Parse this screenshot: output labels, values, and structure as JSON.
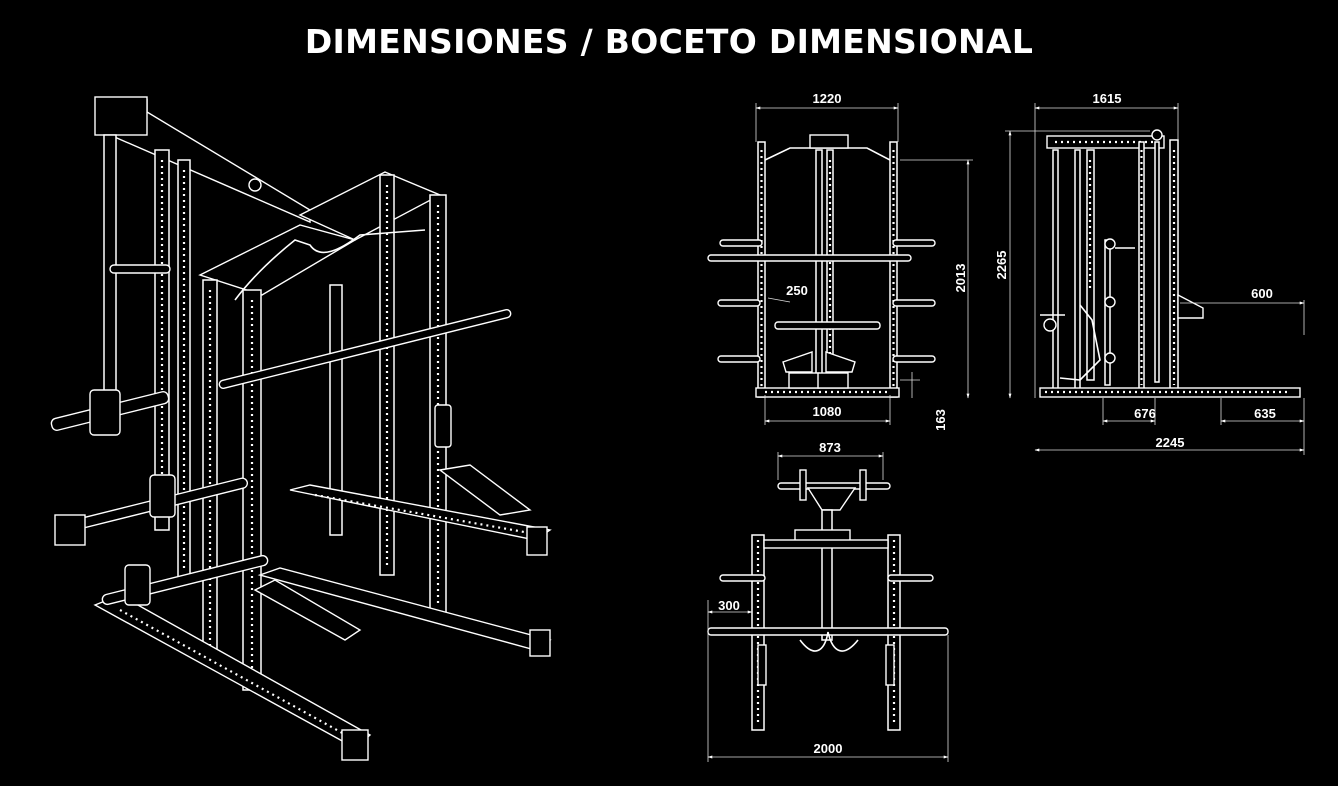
{
  "title": "DIMENSIONES / BOCETO DIMENSIONAL",
  "front_view": {
    "width_top": "1220",
    "height": "2013",
    "bench_width": "250",
    "inner_width": "1080",
    "base_height": "163"
  },
  "side_view": {
    "depth_top": "1615",
    "height": "2265",
    "spotter_arm": "600",
    "inner_depth": "676",
    "rear_extension": "635",
    "total_depth": "2245"
  },
  "top_view": {
    "bar_holder_width": "873",
    "bar_overhang": "300",
    "total_width": "2000"
  }
}
